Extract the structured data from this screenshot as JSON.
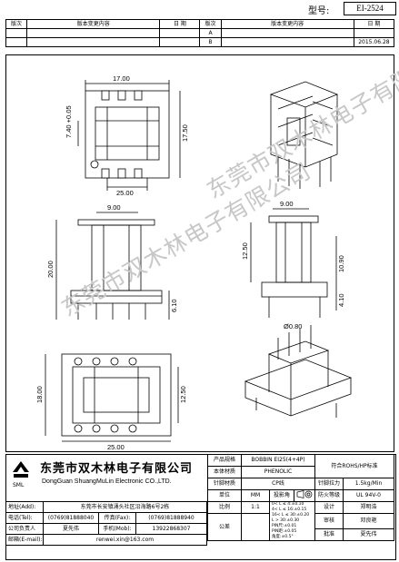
{
  "header": {
    "model_label": "型号:",
    "model_value": "EI-2524"
  },
  "revision_table": {
    "col_version": "版次",
    "col_content": "版本变更内容",
    "col_date": "日 期",
    "rows": [
      {
        "version": "A",
        "date": ""
      },
      {
        "version": "B",
        "date": "2015.06.28"
      }
    ]
  },
  "dimensions": {
    "top_width": "17.00",
    "left_height": "7.40",
    "left_tol": "+0.05",
    "right_height": "17.50",
    "bottom_width": "25.00",
    "front_top": "9.00",
    "front_height": "20.00",
    "front_pin": "6.10",
    "side_top": "9.00",
    "side_left": "12.50",
    "side_right": "10.90",
    "side_bottom": "4.10",
    "side_pin": "Ø0.80",
    "bottom_left": "18.00",
    "bottom_right": "12.50"
  },
  "watermark": "东莞市双木林电子有限公司",
  "company": {
    "name_cn": "东莞市双木林电子有限公司",
    "name_en": "DongGuan ShuangMuLin Electronic CO.,LTD.",
    "logo_text": "SML",
    "address_label": "地址(Add):",
    "address": "东莞市长安镇涌头社区沿海路6号2栋",
    "tel_label": "电话(Tel):",
    "tel": "(0769)81888040",
    "fax_label": "传真(Fax):",
    "fax": "(0769)81888940",
    "manager_label": "公司负责人",
    "manager": "夏先伟",
    "mobile_label": "手机(Mob):",
    "mobile": "13922868307",
    "email_label": "邮箱(E-mail):",
    "email": "renwei.xin@163.com"
  },
  "spec": {
    "product_label": "产品规格",
    "product": "BOBBIN EI25(4+4P)",
    "material_label": "本体材质",
    "material": "PHENOLIC",
    "pin_material_label": "针脚材质",
    "pin_material": "CP线",
    "rohs": "符合ROHS/HP标准",
    "pull_label": "针脚拉力",
    "pull": "1.5kg/Min",
    "unit_label": "单位",
    "unit": "MM",
    "projection_label": "投影角",
    "flame_label": "防火等级",
    "flame": "UL 94V-0",
    "scale_label": "比例",
    "scale": "1:1",
    "design_label": "设计",
    "design": "郑明浩",
    "check_label": "审核",
    "check": "邓良艳",
    "approve_label": "批准",
    "approve": "夏先伟",
    "tolerance_label": "公差",
    "tol_lines": [
      "0< L ≤ 4:±0.10",
      "4< L ≤ 16:±0.15",
      "16< L ≤ 30:±0.20",
      "L > 30:±0.30"
    ],
    "pin_tol_lines": [
      "PIN尺:±0.01",
      "PIN距:±0.05",
      "角度:±0.5°"
    ]
  }
}
